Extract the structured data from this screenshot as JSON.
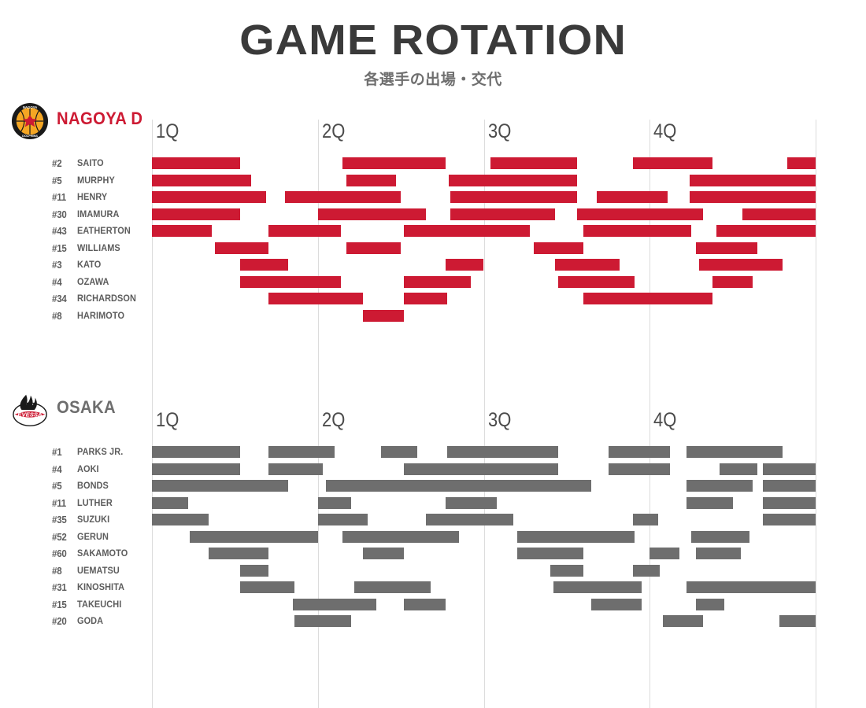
{
  "header": {
    "title": "GAME ROTATION",
    "subtitle": "各選手の出場・交代"
  },
  "colors": {
    "nagoya": "#cd1a33",
    "osaka": "#6e6e6e",
    "title": "#3a3a3a",
    "subtitle": "#6f6f6f",
    "grid": "#dcdcdc",
    "label": "#5c5c5c",
    "background": "#ffffff"
  },
  "quarters": [
    "1Q",
    "2Q",
    "3Q",
    "4Q"
  ],
  "chart_data": {
    "type": "bar",
    "title": "GAME ROTATION",
    "subtitle": "各選手の出場・交代",
    "xlabel": "",
    "ylabel": "",
    "x_axis": {
      "categories": [
        "1Q",
        "2Q",
        "3Q",
        "4Q"
      ],
      "units": "minutes",
      "range": [
        0,
        40
      ],
      "gridlines_at": [
        0,
        10,
        20,
        30,
        40
      ]
    },
    "grid": true,
    "legend": "none",
    "teams": [
      {
        "id": "nagoya",
        "name": "NAGOYA D",
        "color": "#cd1a33",
        "logo": "nagoya-diamond-dolphins-logo",
        "players": [
          {
            "number": "#2",
            "name": "SAITO",
            "segments": [
              [
                0.0,
                5.3
              ],
              [
                11.5,
                17.7
              ],
              [
                20.4,
                25.6
              ],
              [
                29.0,
                33.8
              ],
              [
                38.3,
                40.0
              ]
            ]
          },
          {
            "number": "#5",
            "name": "MURPHY",
            "segments": [
              [
                0.0,
                6.0
              ],
              [
                11.7,
                14.7
              ],
              [
                17.9,
                20.4
              ],
              [
                20.4,
                25.6
              ],
              [
                32.4,
                40.0
              ]
            ]
          },
          {
            "number": "#11",
            "name": "HENRY",
            "segments": [
              [
                0.0,
                6.9
              ],
              [
                8.0,
                15.0
              ],
              [
                18.0,
                25.6
              ],
              [
                26.8,
                31.1
              ],
              [
                32.4,
                40.0
              ]
            ]
          },
          {
            "number": "#30",
            "name": "IMAMURA",
            "segments": [
              [
                0.0,
                5.3
              ],
              [
                10.0,
                16.5
              ],
              [
                18.0,
                24.3
              ],
              [
                25.6,
                33.2
              ],
              [
                35.6,
                40.0
              ]
            ]
          },
          {
            "number": "#43",
            "name": "EATHERTON",
            "segments": [
              [
                0.0,
                3.6
              ],
              [
                7.0,
                11.4
              ],
              [
                15.2,
                22.8
              ],
              [
                26.0,
                32.5
              ],
              [
                34.0,
                40.0
              ]
            ]
          },
          {
            "number": "#15",
            "name": "WILLIAMS",
            "segments": [
              [
                3.8,
                7.0
              ],
              [
                11.7,
                15.0
              ],
              [
                23.0,
                26.0
              ],
              [
                32.8,
                36.5
              ]
            ]
          },
          {
            "number": "#3",
            "name": "KATO",
            "segments": [
              [
                5.3,
                8.2
              ],
              [
                17.7,
                20.0
              ],
              [
                24.3,
                28.2
              ],
              [
                33.0,
                38.0
              ]
            ]
          },
          {
            "number": "#4",
            "name": "OZAWA",
            "segments": [
              [
                5.3,
                11.4
              ],
              [
                15.2,
                19.2
              ],
              [
                24.5,
                29.1
              ],
              [
                33.8,
                36.2
              ]
            ]
          },
          {
            "number": "#34",
            "name": "RICHARDSON",
            "segments": [
              [
                7.0,
                12.7
              ],
              [
                15.2,
                17.8
              ],
              [
                26.0,
                33.8
              ]
            ]
          },
          {
            "number": "#8",
            "name": "HARIMOTO",
            "segments": [
              [
                12.7,
                15.2
              ]
            ]
          }
        ]
      },
      {
        "id": "osaka",
        "name": "OSAKA",
        "color": "#6e6e6e",
        "logo": "osaka-evessa-logo",
        "players": [
          {
            "number": "#1",
            "name": "PARKS JR.",
            "segments": [
              [
                0.0,
                5.3
              ],
              [
                7.0,
                11.0
              ],
              [
                13.8,
                16.0
              ],
              [
                17.8,
                24.5
              ],
              [
                27.5,
                31.2
              ],
              [
                32.2,
                38.0
              ]
            ]
          },
          {
            "number": "#4",
            "name": "AOKI",
            "segments": [
              [
                0.0,
                5.3
              ],
              [
                7.0,
                10.3
              ],
              [
                15.2,
                24.5
              ],
              [
                27.5,
                31.2
              ],
              [
                34.2,
                36.5
              ],
              [
                36.8,
                40.0
              ]
            ]
          },
          {
            "number": "#5",
            "name": "BONDS",
            "segments": [
              [
                0.0,
                8.2
              ],
              [
                10.5,
                26.5
              ],
              [
                32.2,
                36.2
              ],
              [
                36.8,
                40.0
              ]
            ]
          },
          {
            "number": "#11",
            "name": "LUTHER",
            "segments": [
              [
                0.0,
                2.2
              ],
              [
                10.0,
                12.0
              ],
              [
                17.7,
                20.8
              ],
              [
                32.2,
                35.0
              ],
              [
                36.8,
                40.0
              ]
            ]
          },
          {
            "number": "#35",
            "name": "SUZUKI",
            "segments": [
              [
                0.0,
                3.4
              ],
              [
                10.0,
                13.0
              ],
              [
                16.5,
                21.8
              ],
              [
                29.0,
                30.5
              ],
              [
                36.8,
                40.0
              ]
            ]
          },
          {
            "number": "#52",
            "name": "GERUN",
            "segments": [
              [
                2.3,
                10.0
              ],
              [
                11.5,
                18.5
              ],
              [
                22.0,
                29.1
              ],
              [
                32.5,
                36.0
              ]
            ]
          },
          {
            "number": "#60",
            "name": "SAKAMOTO",
            "segments": [
              [
                3.4,
                7.0
              ],
              [
                12.7,
                15.2
              ],
              [
                22.0,
                26.0
              ],
              [
                30.0,
                31.8
              ],
              [
                32.8,
                35.5
              ]
            ]
          },
          {
            "number": "#8",
            "name": "UEMATSU",
            "segments": [
              [
                5.3,
                7.0
              ],
              [
                24.0,
                26.0
              ],
              [
                29.0,
                30.6
              ]
            ]
          },
          {
            "number": "#31",
            "name": "KINOSHITA",
            "segments": [
              [
                5.3,
                8.6
              ],
              [
                12.2,
                16.8
              ],
              [
                24.2,
                29.5
              ],
              [
                32.2,
                40.0
              ]
            ]
          },
          {
            "number": "#15",
            "name": "TAKEUCHI",
            "segments": [
              [
                8.5,
                13.5
              ],
              [
                15.2,
                17.7
              ],
              [
                26.5,
                29.5
              ],
              [
                32.8,
                34.5
              ]
            ]
          },
          {
            "number": "#20",
            "name": "GODA",
            "segments": [
              [
                8.6,
                12.0
              ],
              [
                30.8,
                33.2
              ],
              [
                37.8,
                40.0
              ]
            ]
          }
        ]
      }
    ]
  }
}
